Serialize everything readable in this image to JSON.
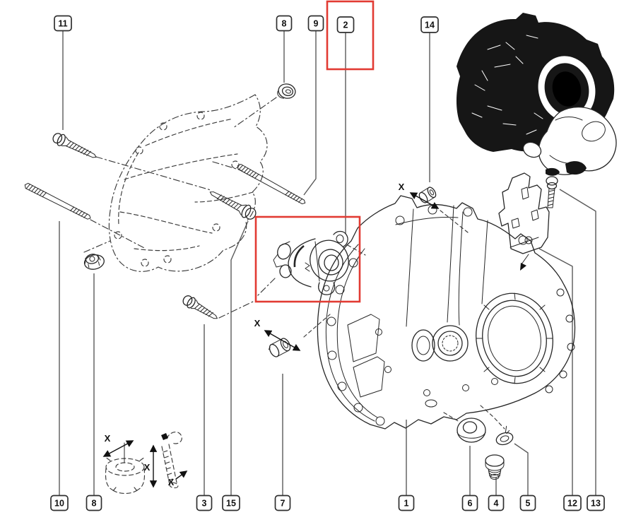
{
  "diagram": {
    "type": "exploded-parts-diagram",
    "subject": "gearbox-transmission-assembly",
    "background_color": "#ffffff",
    "line_color": "#262626",
    "highlight_color": "#e23b33",
    "highlighted_callout": "2",
    "x_label": "X",
    "callouts": [
      {
        "label": "11",
        "position": "top"
      },
      {
        "label": "8",
        "position": "top"
      },
      {
        "label": "9",
        "position": "top"
      },
      {
        "label": "2",
        "position": "top",
        "highlighted": true
      },
      {
        "label": "14",
        "position": "top"
      },
      {
        "label": "10",
        "position": "bottom"
      },
      {
        "label": "8",
        "position": "bottom"
      },
      {
        "label": "3",
        "position": "bottom"
      },
      {
        "label": "15",
        "position": "bottom"
      },
      {
        "label": "7",
        "position": "bottom"
      },
      {
        "label": "1",
        "position": "bottom"
      },
      {
        "label": "6",
        "position": "bottom"
      },
      {
        "label": "4",
        "position": "bottom"
      },
      {
        "label": "5",
        "position": "bottom"
      },
      {
        "label": "12",
        "position": "bottom"
      },
      {
        "label": "13",
        "position": "bottom"
      }
    ]
  }
}
